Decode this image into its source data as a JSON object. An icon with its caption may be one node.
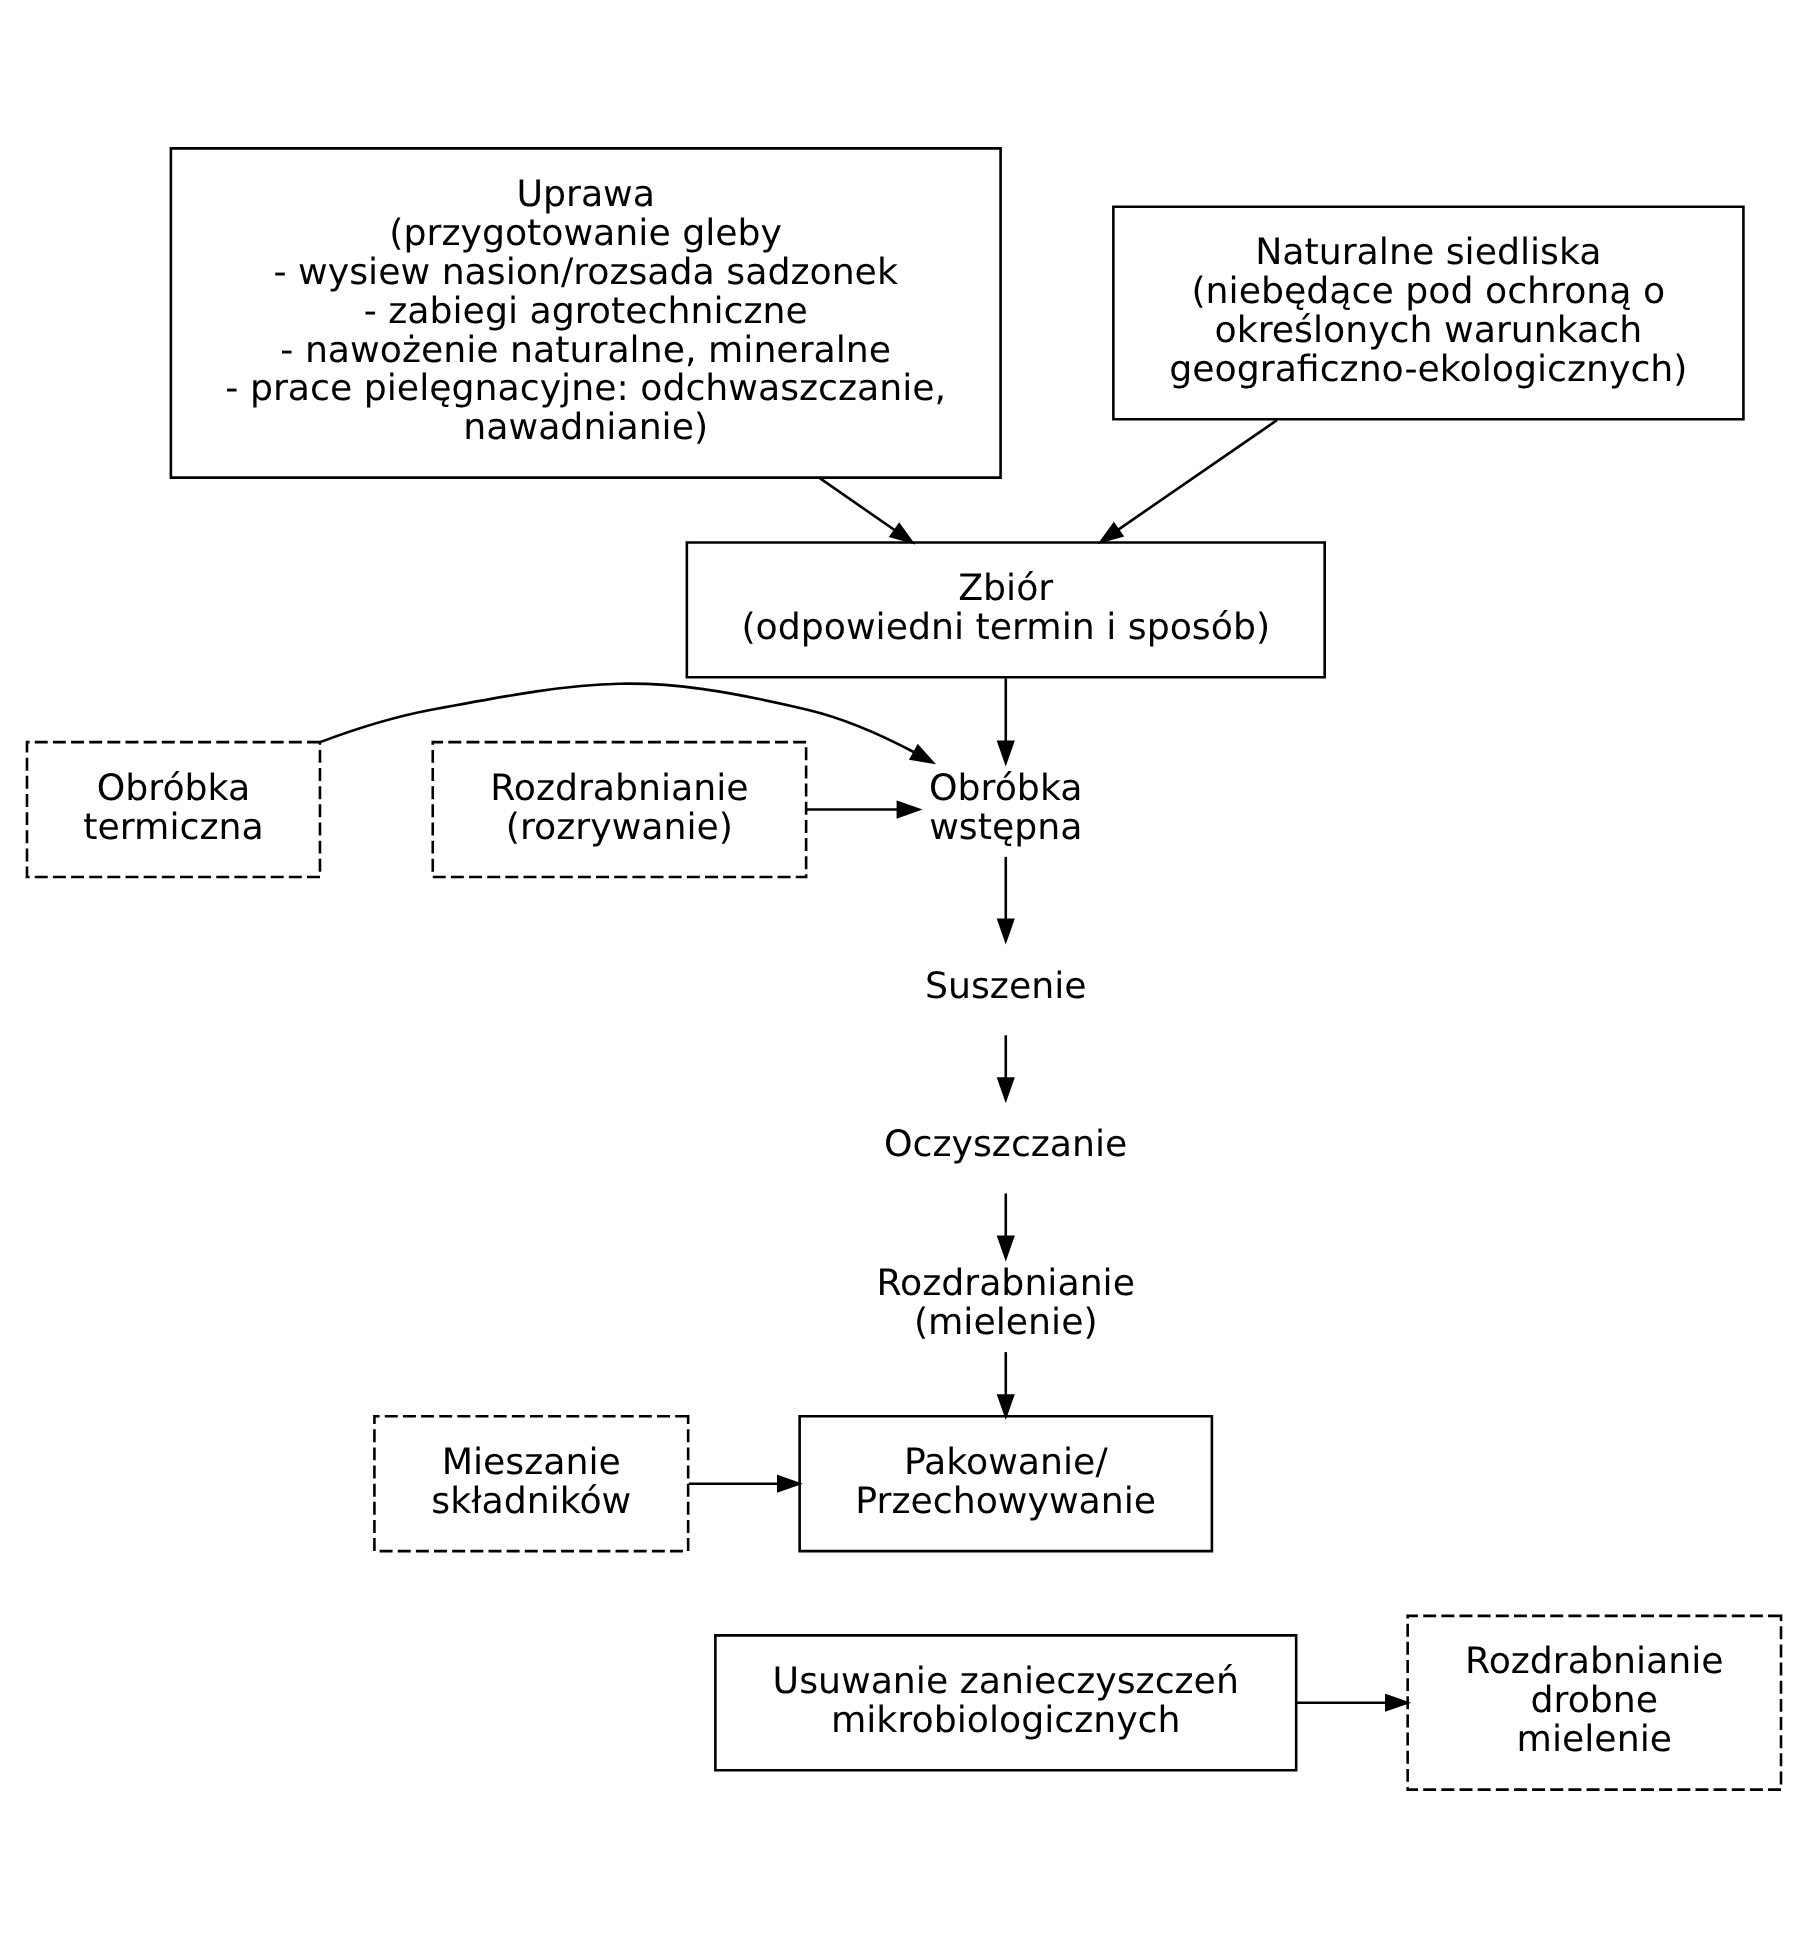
{
  "diagram": {
    "nodes": [
      {
        "text": [
          "Uprawa",
          "(przygotowanie gleby",
          "- wysiew nasion/rozsada sadzonek",
          "- zabiegi agrotechniczne",
          "- nawożenie naturalne, mineralne",
          "- prace pielęgnacyjne: odchwaszczanie, nawadnianie)"
        ]
      },
      {
        "text": [
          "Naturalne siedliska",
          "(niebędące pod ochroną o określonych warunkach geograficzno-ekologicznych)"
        ]
      },
      {
        "text": [
          "Zbiór",
          "(odpowiedni termin i sposób)"
        ]
      },
      {
        "text": [
          "Obróbka termiczna"
        ]
      },
      {
        "text": [
          "Obróbka wstępna"
        ]
      },
      {
        "text": [
          "Rozdrabnianie (rozrywanie)"
        ]
      },
      {
        "text": [
          "Suszenie"
        ]
      },
      {
        "text": [
          "Oczyszczanie"
        ]
      },
      {
        "text": [
          "Rozdrabnianie (mielenie)"
        ]
      },
      {
        "text": [
          "Pakowanie/ Przechowywanie"
        ]
      },
      {
        "text": [
          "Mieszanie składników"
        ]
      },
      {
        "text": [
          "Usuwanie zanieczyszczeń mikrobiologicznych"
        ]
      },
      {
        "text": [
          "Rozdrabnianie drobne mielenie"
        ]
      }
    ],
    "edges": [
      {
        "from": 0,
        "to": 2,
        "arrow": "to"
      },
      {
        "from": 1,
        "to": 2,
        "arrow": "to"
      },
      {
        "from": 2,
        "to": 4,
        "arrow": "to"
      },
      {
        "from": 3,
        "to": 4,
        "arrow": "to"
      },
      {
        "from": 5,
        "to": 4,
        "arrow": "to"
      },
      {
        "from": 4,
        "to": 6,
        "arrow": "to"
      },
      {
        "from": 6,
        "to": 7,
        "arrow": "to"
      },
      {
        "from": 7,
        "to": 8,
        "arrow": "to"
      },
      {
        "from": 8,
        "to": 9,
        "arrow": "to"
      },
      {
        "from": 10,
        "to": 9,
        "arrow": "to"
      },
      {
        "from": 11,
        "to": 12,
        "arrow": "to"
      }
    ]
  }
}
